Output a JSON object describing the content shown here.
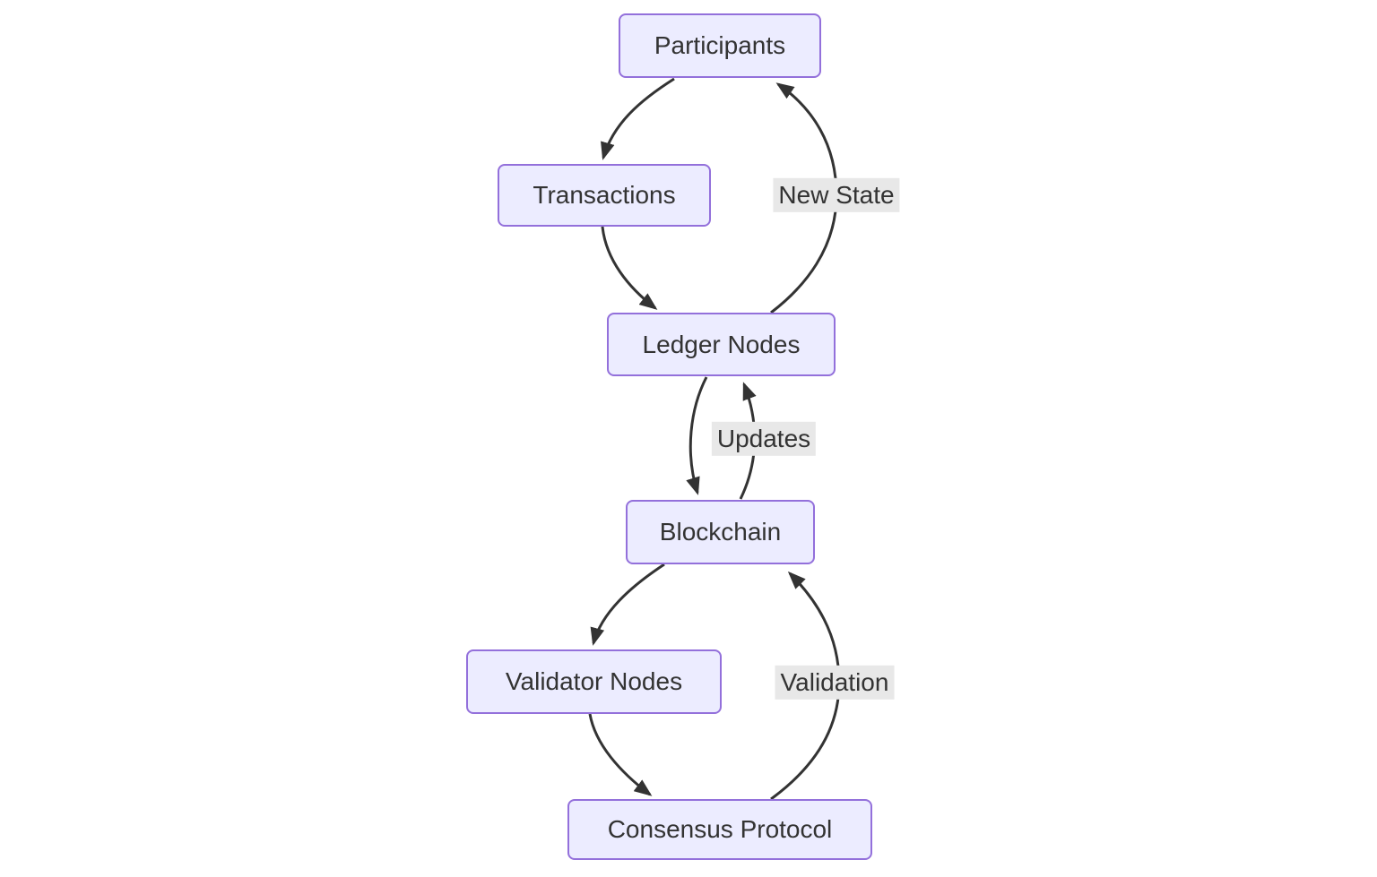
{
  "diagram": {
    "type": "flowchart",
    "background_color": "#ffffff",
    "node_fill_color": "#ECECFF",
    "node_border_color": "#9370DB",
    "node_text_color": "#333333",
    "edge_color": "#333333",
    "edge_label_background": "#e8e8e8",
    "nodes": [
      {
        "id": "participants",
        "label": "Participants"
      },
      {
        "id": "transactions",
        "label": "Transactions"
      },
      {
        "id": "ledger-nodes",
        "label": "Ledger Nodes"
      },
      {
        "id": "blockchain",
        "label": "Blockchain"
      },
      {
        "id": "validator-nodes",
        "label": "Validator Nodes"
      },
      {
        "id": "consensus-protocol",
        "label": "Consensus Protocol"
      }
    ],
    "edges": [
      {
        "from": "Participants",
        "to": "Transactions",
        "label": ""
      },
      {
        "from": "Transactions",
        "to": "Ledger Nodes",
        "label": ""
      },
      {
        "from": "Ledger Nodes",
        "to": "Participants",
        "label": "New State"
      },
      {
        "from": "Ledger Nodes",
        "to": "Blockchain",
        "label": ""
      },
      {
        "from": "Blockchain",
        "to": "Ledger Nodes",
        "label": "Updates"
      },
      {
        "from": "Blockchain",
        "to": "Validator Nodes",
        "label": ""
      },
      {
        "from": "Validator Nodes",
        "to": "Consensus Protocol",
        "label": ""
      },
      {
        "from": "Consensus Protocol",
        "to": "Blockchain",
        "label": "Validation"
      }
    ],
    "edge_labels": [
      {
        "id": "new-state",
        "label": "New State"
      },
      {
        "id": "updates",
        "label": "Updates"
      },
      {
        "id": "validation",
        "label": "Validation"
      }
    ]
  }
}
